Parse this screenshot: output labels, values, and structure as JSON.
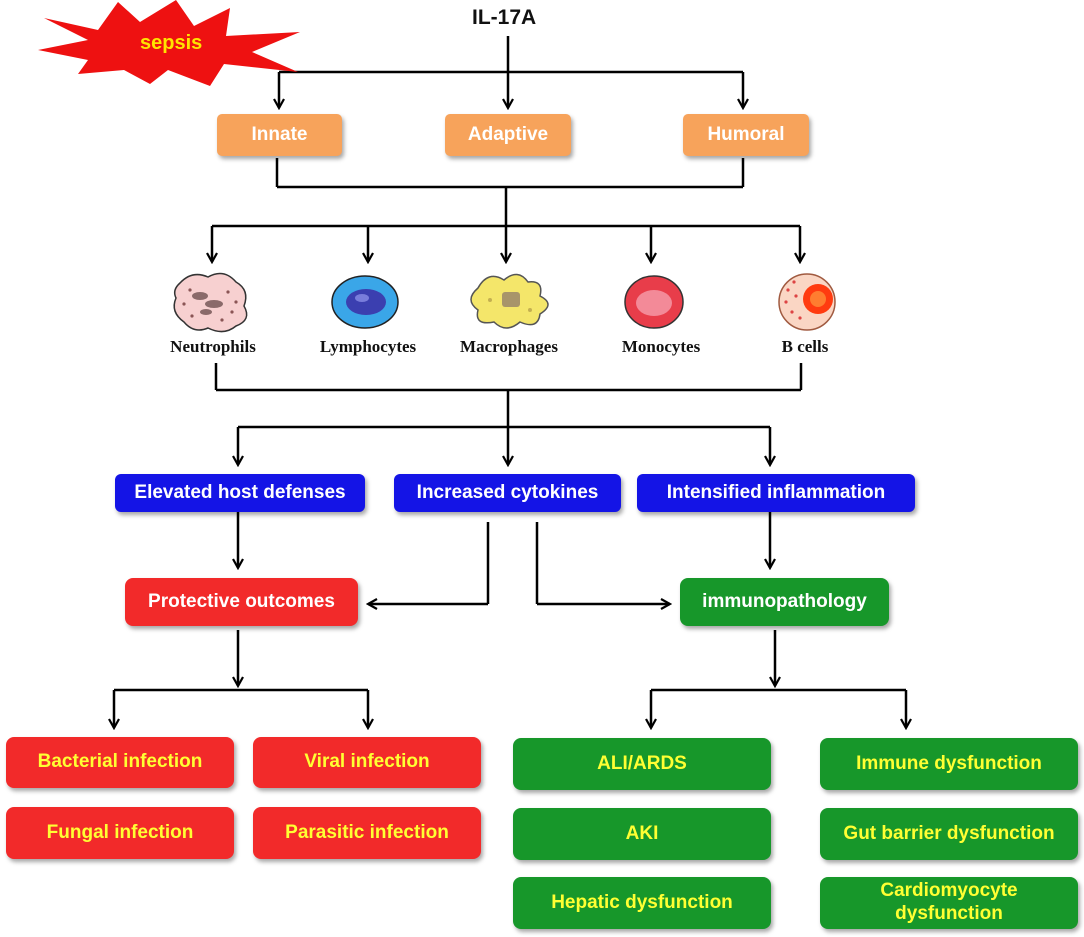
{
  "title": "IL-17A",
  "sepsis_label": "sepsis",
  "immunity": {
    "innate": "Innate",
    "adaptive": "Adaptive",
    "humoral": "Humoral"
  },
  "cells": {
    "neutrophils": "Neutrophils",
    "lymphocytes": "Lymphocytes",
    "macrophages": "Macrophages",
    "monocytes": "Monocytes",
    "b_cells": "B cells"
  },
  "effects": {
    "host_defenses": "Elevated host defenses",
    "cytokines": "Increased cytokines",
    "inflammation": "Intensified inflammation"
  },
  "outcomes": {
    "protective": "Protective outcomes",
    "immunopathology": "immunopathology"
  },
  "infections": {
    "bacterial": "Bacterial infection",
    "viral": "Viral infection",
    "fungal": "Fungal  infection",
    "parasitic": "Parasitic infection"
  },
  "pathologies": {
    "ali_ards": "ALI/ARDS",
    "aki": "AKI",
    "hepatic": "Hepatic  dysfunction",
    "immune": "Immune  dysfunction",
    "gut": "Gut barrier dysfunction",
    "cardio": "Cardiomyocyte dysfunction"
  },
  "colors": {
    "orange_box": "#f7a35b",
    "blue_box": "#1414e6",
    "red_box": "#f22a2a",
    "green_box": "#17972a",
    "yellow_text": "#ffff33",
    "sepsis_burst": "#ee1111"
  },
  "icons": [
    "sepsis-burst-icon",
    "neutrophil-icon",
    "lymphocyte-icon",
    "macrophage-icon",
    "monocyte-icon",
    "b-cell-icon"
  ]
}
